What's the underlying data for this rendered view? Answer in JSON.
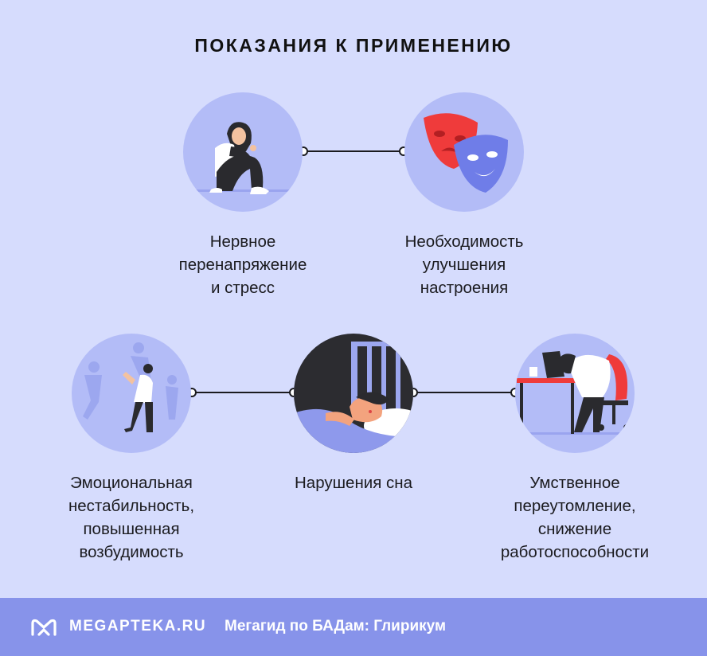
{
  "page": {
    "title": "ПОКАЗАНИЯ К ПРИМЕНЕНИЮ"
  },
  "indications": [
    {
      "label": "Нервное\nперенапряжение\nи стресс",
      "icon": "stressed-person-icon"
    },
    {
      "label": "Необходимость\nулучшения\nнастроения",
      "icon": "theater-masks-icon"
    },
    {
      "label": "Эмоциональная\nнестабильность,\nповышенная\nвозбудимость",
      "icon": "anxious-person-icon"
    },
    {
      "label": "Нарушения сна",
      "icon": "sleeping-person-icon"
    },
    {
      "label": "Умственное\nпереутомление,\nснижение\nработоспособности",
      "icon": "exhausted-worker-icon"
    }
  ],
  "footer": {
    "brand": "MEGAPTEKA.RU",
    "tagline": "Мегагид по БАДам: Глирикум",
    "logo_icon": "megapteka-logo-icon"
  },
  "colors": {
    "background": "#d6dcfd",
    "circle": "#b3bcf7",
    "footer": "#8793ea",
    "mask_red": "#ef3b3b",
    "mask_blue": "#6f7de8"
  }
}
